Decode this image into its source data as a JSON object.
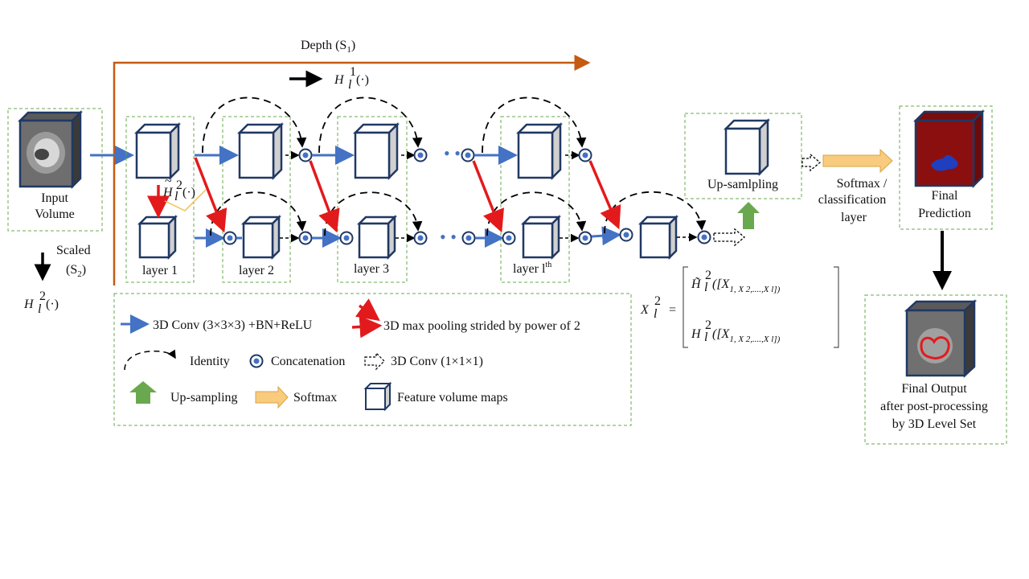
{
  "axes": {
    "depth_label": "Depth (S",
    "depth_sub": "1",
    "depth_close": ")",
    "scaled_label": "Scaled",
    "scaled_sub_label": "(S",
    "scaled_sub": "2",
    "scaled_close": ")"
  },
  "math": {
    "h1_main": "H",
    "h1_sup": "1",
    "h1_sub": "l",
    "h1_arg": "(·)",
    "h2_main": "H",
    "h2_sup": "2",
    "h2_sub": "l",
    "h2_arg": "(·)",
    "h2tilde_main": "H",
    "h2tilde_tilde": "~",
    "h2tilde_sup": "2",
    "h2tilde_sub": "l",
    "h2tilde_arg": "(·)",
    "eq_lhs": "X",
    "eq_lhs_sup": "2",
    "eq_lhs_sub": "l",
    "eq_equals": "=",
    "eq_row1": "H̃",
    "eq_row1_sup": "2",
    "eq_row1_sub": "l",
    "eq_row1_args": "([X",
    "eq_row2": "H",
    "eq_row2_sup": "2",
    "eq_row2_sub": "l",
    "eq_list": "1,  X  2,....,X  l])",
    "eq_x_sup": "1"
  },
  "nodes": {
    "input_volume": "Input\nVolume",
    "input_line1": "Input",
    "input_line2": "Volume",
    "layer1": "layer 1",
    "layer2": "layer 2",
    "layer3": "layer 3",
    "layerl": "layer l",
    "layerl_sup": "th",
    "upsampling": "Up-samlpling",
    "softmax_line1": "Softmax /",
    "softmax_line2": "classification",
    "softmax_line3": "layer",
    "final_pred_line1": "Final",
    "final_pred_line2": "Prediction",
    "final_out_line1": "Final Output",
    "final_out_line2": "after post-processing",
    "final_out_line3": "by 3D Level Set"
  },
  "legend": {
    "conv": "3D Conv (3×3×3) +BN+ReLU",
    "pool": "3D max pooling strided by power of 2",
    "identity": "Identity",
    "concat": "Concatenation",
    "conv1": "3D Conv (1×1×1)",
    "upsampling": "Up-sampling",
    "softmax": "Softmax",
    "feature": "Feature volume maps"
  },
  "colors": {
    "conv_arrow": "#4472c4",
    "pool_arrow": "#e31a1c",
    "depth_arrow": "#c55a11",
    "box_border": "#6aa84f",
    "cube_edge": "#203864",
    "cube_side": "#d0d0d0",
    "upsample_arrow": "#6aa84f",
    "softmax_arrow": "#f8cb7f",
    "pred_volume": "#8b0f0f"
  }
}
